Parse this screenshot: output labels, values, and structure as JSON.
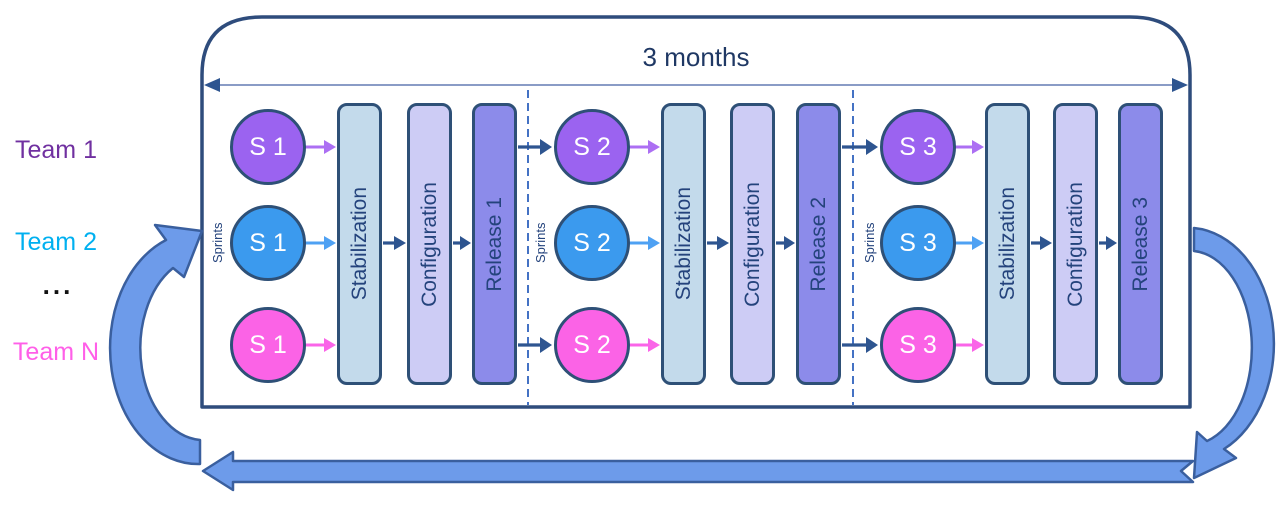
{
  "title": "3 months",
  "left_labels": {
    "teams": [
      {
        "label": "Team 1",
        "color": "#7030A0"
      },
      {
        "label": "Team 2",
        "color": "#00B0F0"
      },
      {
        "label": "Team N",
        "color": "#FF5FE8"
      }
    ],
    "ellipsis": "..."
  },
  "sections": [
    {
      "sprints_label": "Sprints",
      "circles": [
        {
          "label": "S 1"
        },
        {
          "label": "S 1"
        },
        {
          "label": "S 1"
        }
      ],
      "bars": [
        {
          "label": "Stabilization"
        },
        {
          "label": "Configuration"
        },
        {
          "label": "Release 1"
        }
      ]
    },
    {
      "sprints_label": "Sprints",
      "circles": [
        {
          "label": "S 2"
        },
        {
          "label": "S 2"
        },
        {
          "label": "S 2"
        }
      ],
      "bars": [
        {
          "label": "Stabilization"
        },
        {
          "label": "Configuration"
        },
        {
          "label": "Release 2"
        }
      ]
    },
    {
      "sprints_label": "Sprints",
      "circles": [
        {
          "label": "S 3"
        },
        {
          "label": "S 3"
        },
        {
          "label": "S 3"
        }
      ],
      "bars": [
        {
          "label": "Stabilization"
        },
        {
          "label": "Configuration"
        },
        {
          "label": "Release 3"
        }
      ]
    }
  ],
  "colors": {
    "outline_navy": "#2E4C7C",
    "dashed_divider": "#4472C4",
    "team1_circle_fill": "#9B63F0",
    "team2_circle_fill": "#3B9AEE",
    "teamN_circle_fill": "#FB63E6",
    "stabilization_fill": "#C3DAEB",
    "configuration_fill": "#CDCCF5",
    "release_fill": "#8C8BEA",
    "cycle_arrow_fill": "#6D9BEA",
    "cycle_arrow_stroke": "#3A5F9E",
    "title_color": "#1F3864",
    "arrow_team1": "#AC6FF3",
    "arrow_team2": "#4EA1F3",
    "arrow_teamN": "#FA64E8",
    "arrow_navy": "#2E5590"
  }
}
